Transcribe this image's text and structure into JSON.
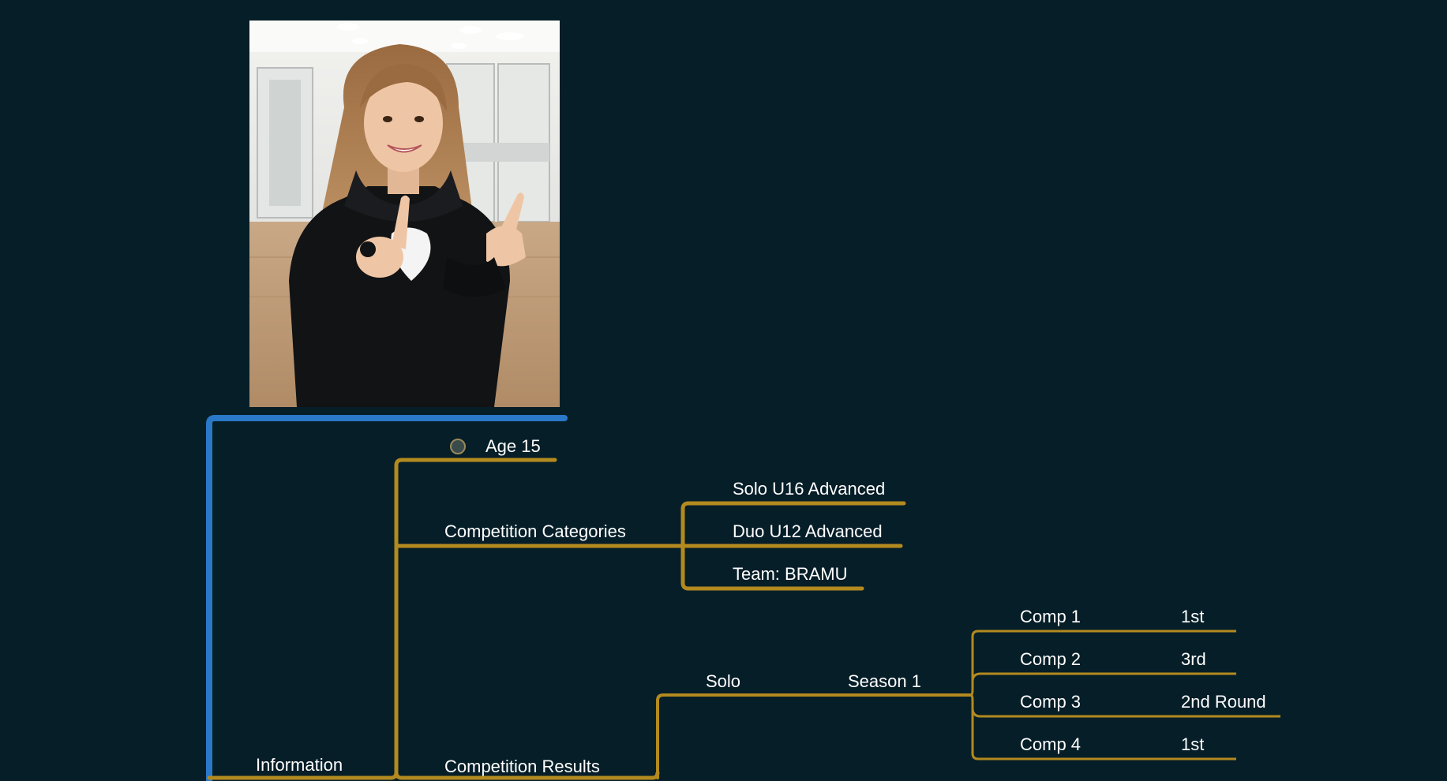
{
  "mindmap": {
    "root": {
      "label": "Information"
    },
    "age": {
      "label": "Age 15"
    },
    "categories": {
      "label": "Competition Categories",
      "items": [
        "Solo U16 Advanced",
        "Duo U12 Advanced",
        "Team: BRAMU"
      ]
    },
    "results": {
      "label": "Competition Results",
      "solo": {
        "label": "Solo",
        "season": {
          "label": "Season 1",
          "comps": [
            {
              "name": "Comp 1",
              "result": "1st"
            },
            {
              "name": "Comp 2",
              "result": "3rd"
            },
            {
              "name": "Comp 3",
              "result": "2nd Round"
            },
            {
              "name": "Comp 4",
              "result": "1st"
            }
          ]
        }
      }
    }
  },
  "colors": {
    "background": "#061e28",
    "root_branch": "#2a78c8",
    "branch": "#b38a1f",
    "text": "#ffffff"
  }
}
